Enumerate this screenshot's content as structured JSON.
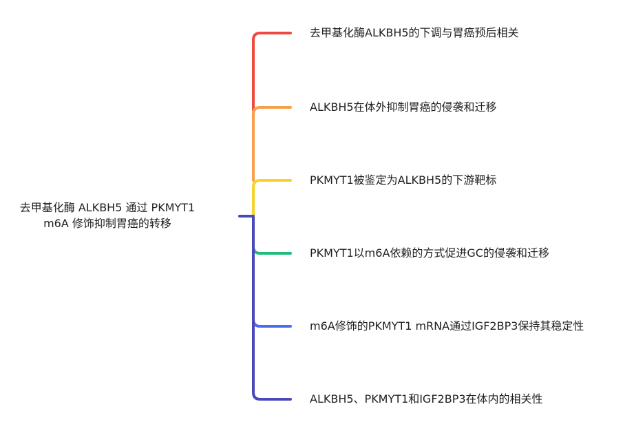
{
  "root": {
    "line1": "去甲基化酶 ALKBH5 通过 PKMYT1",
    "line2": "m6A 修饰抑制胃癌的转移"
  },
  "branches": [
    {
      "label": "去甲基化酶ALKBH5的下调与胃癌预后相关",
      "color": "#f04a3f"
    },
    {
      "label": "ALKBH5在体外抑制胃癌的侵袭和迁移",
      "color": "#f6a04b"
    },
    {
      "label": "PKMYT1被鉴定为ALKBH5的下游靶标",
      "color": "#f6d22a"
    },
    {
      "label": "PKMYT1以m6A依赖的方式促进GC的侵袭和迁移",
      "color": "#1fbc7a"
    },
    {
      "label": "m6A修饰的PKMYT1 mRNA通过IGF2BP3保持其稳定性",
      "color": "#4f6bed"
    },
    {
      "label": "ALKBH5、PKMYT1和IGF2BP3在体内的相关性",
      "color": "#4949b8"
    }
  ]
}
